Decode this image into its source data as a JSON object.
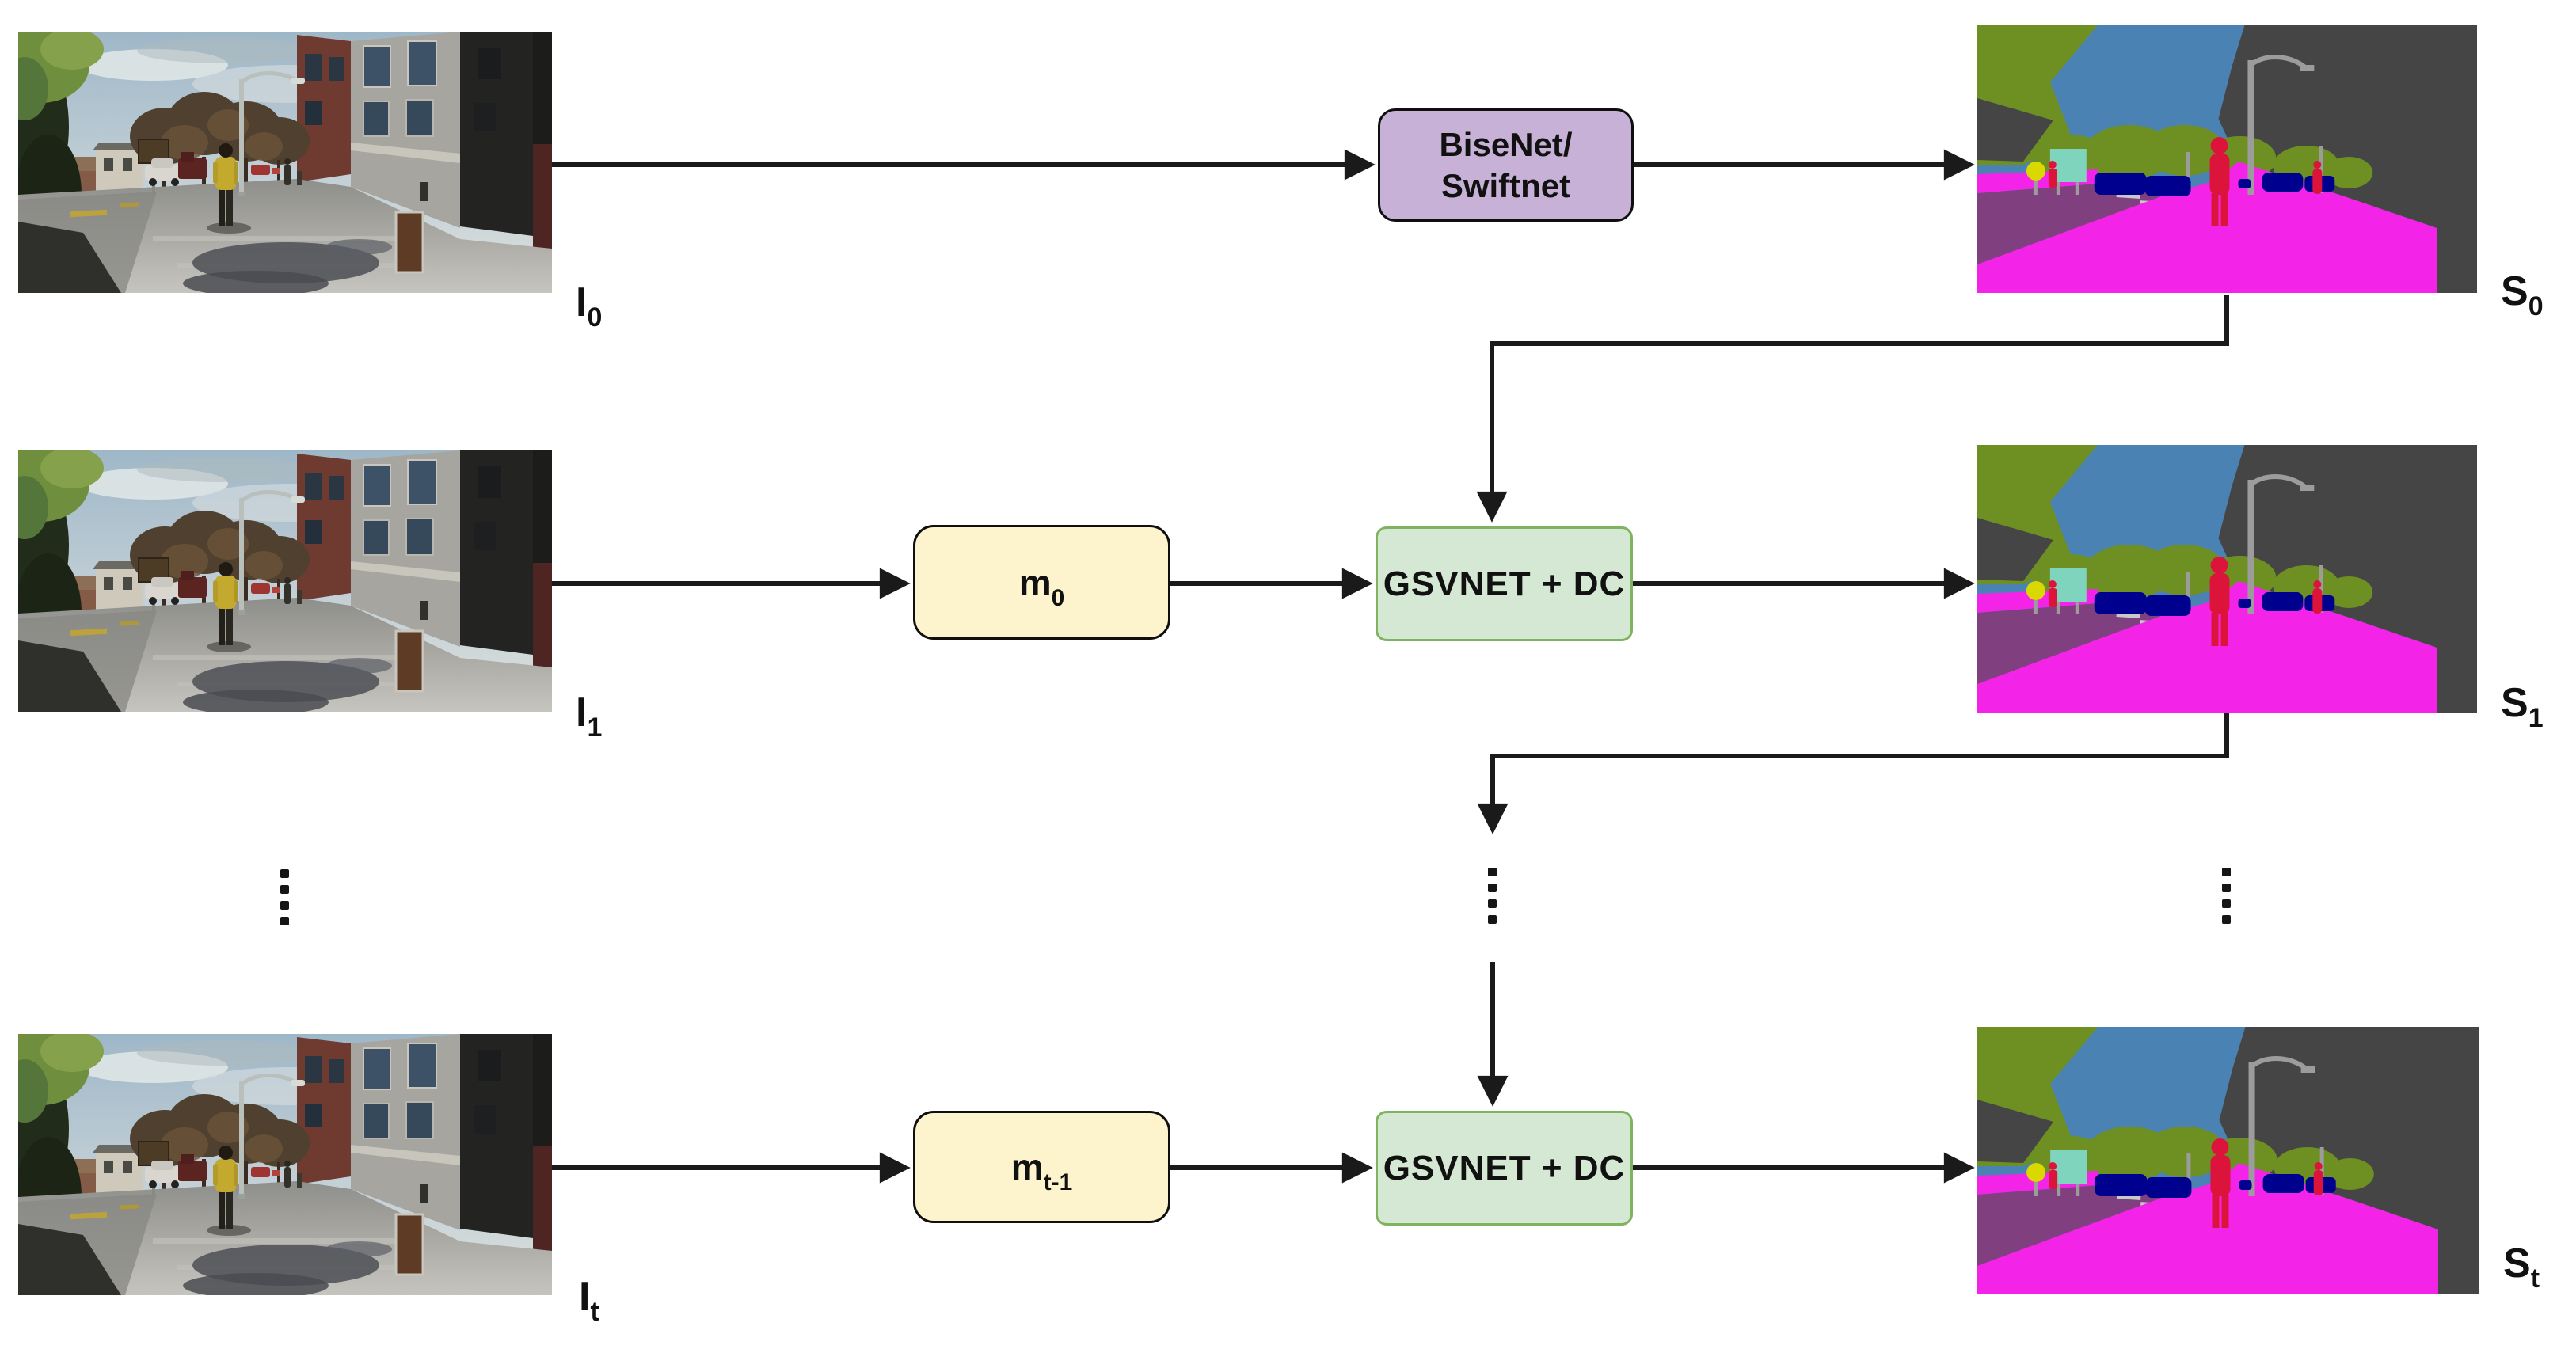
{
  "diagram": {
    "rows": [
      {
        "input_label": {
          "base": "I",
          "sub": "0"
        },
        "processor": {
          "line1": "BiseNet/",
          "line2": "Swiftnet",
          "fill": "#C7B1D6",
          "border": "#0F0F0F"
        },
        "output_label": {
          "base": "S",
          "sub": "0"
        }
      },
      {
        "input_label": {
          "base": "I",
          "sub": "1"
        },
        "motion_box": {
          "base": "m",
          "sub": "0",
          "fill": "#FDF3CD",
          "border": "#0F0F0F"
        },
        "processor": {
          "label": "GSVNET + DC",
          "fill": "#D5E8D4",
          "border": "#7FB360"
        },
        "output_label": {
          "base": "S",
          "sub": "1"
        }
      },
      {
        "input_label": {
          "base": "I",
          "sub": "t"
        },
        "motion_box": {
          "base": "m",
          "sub": "t-1",
          "fill": "#FDF3CD",
          "border": "#0F0F0F"
        },
        "processor": {
          "label": "GSVNET + DC",
          "fill": "#D5E8D4",
          "border": "#7FB360"
        },
        "output_label": {
          "base": "S",
          "sub": "t"
        }
      }
    ],
    "ellipsis_glyph": "⋮",
    "arrow_color": "#1A1A1A",
    "segmentation_palette": {
      "sky": "#4A82B4",
      "building": "#454545",
      "vegetation": "#6E9023",
      "road": "#804080",
      "road_marking": "#C8C8C8",
      "sidewalk": "#F324E8",
      "person": "#DC143C",
      "car": "#00008E",
      "pole": "#9C9C9C",
      "traffic_sign_teal": "#7FD4BE",
      "traffic_sign_yellow": "#D9D900"
    }
  }
}
